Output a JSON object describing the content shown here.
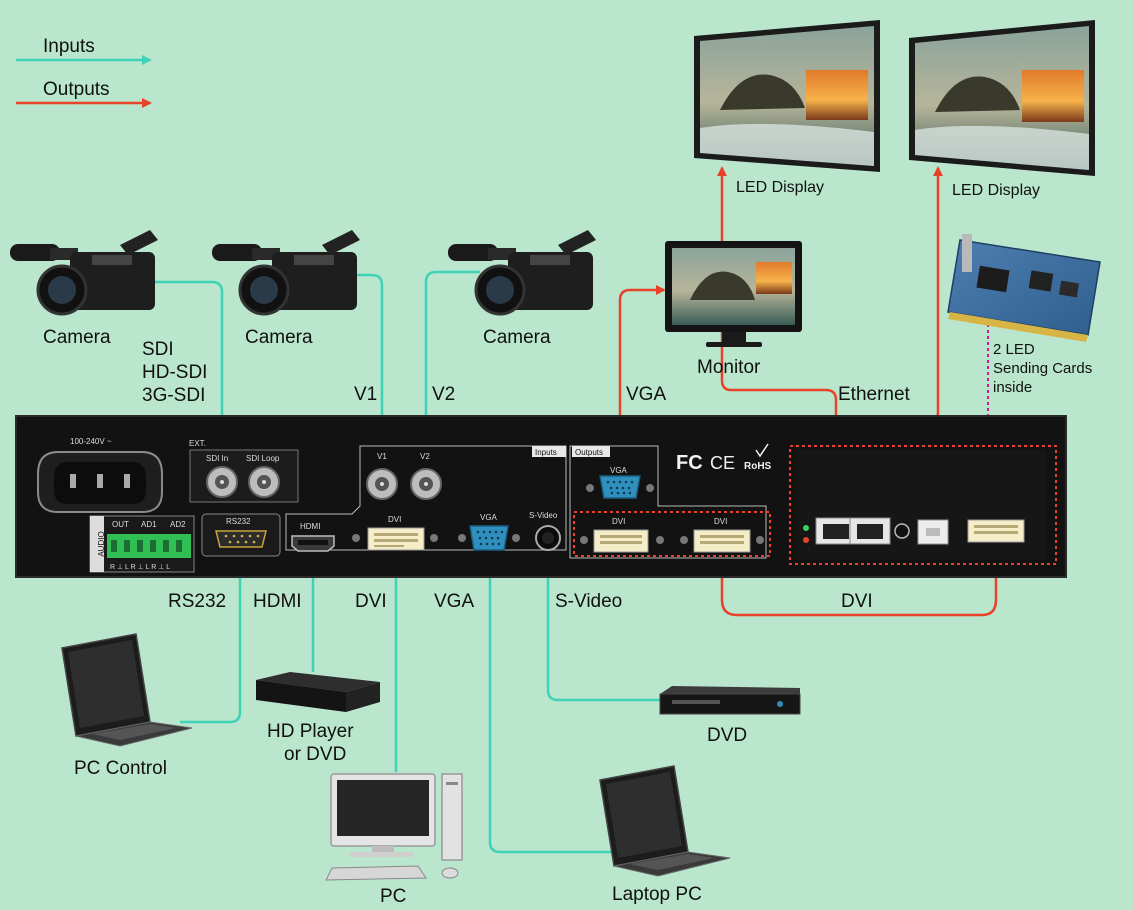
{
  "legend": {
    "inputs": "Inputs",
    "outputs": "Outputs"
  },
  "devices": {
    "camera1": "Camera",
    "camera2": "Camera",
    "camera3": "Camera",
    "monitor": "Monitor",
    "led1": "LED Display",
    "led2": "LED Display",
    "sending_cards": [
      "2 LED",
      "Sending Cards",
      "inside"
    ],
    "pc_control": "PC Control",
    "hd_player": [
      "HD Player",
      "or DVD"
    ],
    "pc": "PC",
    "laptop": "Laptop PC",
    "dvd": "DVD"
  },
  "signals": {
    "sdi": [
      "SDI",
      "HD-SDI",
      "3G-SDI"
    ],
    "v1": "V1",
    "v2": "V2",
    "vga_out": "VGA",
    "ethernet": "Ethernet",
    "rs232": "RS232",
    "hdmi": "HDMI",
    "dvi": "DVI",
    "vga": "VGA",
    "svideo": "S-Video",
    "dvi_out": "DVI"
  },
  "panel": {
    "power": "100-240V ~",
    "ext": "EXT.",
    "sdi_in": "SDI In",
    "sdi_loop": "SDI Loop",
    "audio": "AUDIO",
    "out": "OUT",
    "ad1": "AD1",
    "ad2": "AD2",
    "audio_pins": "R ⊥ L R ⊥ L R ⊥ L",
    "rs232": "RS232",
    "hdmi": "HDMI",
    "v1": "V1",
    "v2": "V2",
    "inputs": "Inputs",
    "outputs": "Outputs",
    "dvi_in": "DVI",
    "vga_in": "VGA",
    "svideo": "S-Video",
    "vga_out": "VGA",
    "dvi_out1": "DVI",
    "dvi_out2": "DVI",
    "fc": "FC",
    "ce": "CE",
    "rohs": "RoHS"
  },
  "colors": {
    "input": "#3fd3b6",
    "output": "#e8432a",
    "dots": "#e0109a",
    "panel": "#121212"
  }
}
